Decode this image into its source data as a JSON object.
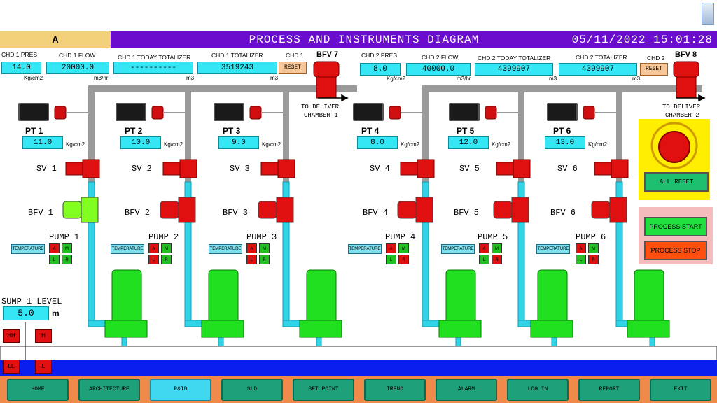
{
  "header": {
    "mode": "A",
    "title": "PROCESS AND INSTRUMENTS DIAGRAM",
    "datetime": "05/11/2022 15:01:28"
  },
  "chd1": {
    "pres_label": "CHD 1 PRES",
    "pres_value": "14.0",
    "pres_unit": "Kg/cm2",
    "flow_label": "CHD 1 FLOW",
    "flow_value": "20000.0",
    "flow_unit": "m3/hr",
    "today_label": "CHD 1 TODAY TOTALIZER",
    "today_value": "----------",
    "today_unit": "m3",
    "total_label": "CHD 1 TOTALIZER",
    "total_value": "3519243",
    "total_unit": "m3",
    "reset_title": "CHD 1",
    "reset_label": "RESET",
    "bfv_label": "BFV 7",
    "deliver_line1": "TO DELIVER",
    "deliver_line2": "CHAMBER 1"
  },
  "chd2": {
    "pres_label": "CHD 2 PRES",
    "pres_value": "8.0",
    "pres_unit": "Kg/cm2",
    "flow_label": "CHD 2 FLOW",
    "flow_value": "40000.0",
    "flow_unit": "m3/hr",
    "today_label": "CHD 2 TODAY TOTALIZER",
    "today_value": "4399907",
    "today_unit": "m3",
    "total_label": "CHD 2 TOTALIZER",
    "total_value": "4399907",
    "total_unit": "m3",
    "reset_title": "CHD 2",
    "reset_label": "RESET",
    "bfv_label": "BFV 8",
    "deliver_line1": "TO DELIVER",
    "deliver_line2": "CHAMBER 2"
  },
  "lines": [
    {
      "pt": "PT 1",
      "pt_value": "11.0",
      "unit": "Kg/cm2",
      "sv": "SV 1",
      "bfv": "BFV 1",
      "pump": "PUMP 1",
      "temp": "TEMPERATURE"
    },
    {
      "pt": "PT 2",
      "pt_value": "10.0",
      "unit": "Kg/cm2",
      "sv": "SV 2",
      "bfv": "BFV 2",
      "pump": "PUMP 2",
      "temp": "TEMPERATURE"
    },
    {
      "pt": "PT 3",
      "pt_value": "9.0",
      "unit": "Kg/cm2",
      "sv": "SV 3",
      "bfv": "BFV 3",
      "pump": "PUMP 3",
      "temp": "TEMPERATURE"
    },
    {
      "pt": "PT 4",
      "pt_value": "8.0",
      "unit": "Kg/cm2",
      "sv": "SV 4",
      "bfv": "BFV 4",
      "pump": "PUMP 4",
      "temp": "TEMPERATURE"
    },
    {
      "pt": "PT 5",
      "pt_value": "12.0",
      "unit": "Kg/cm2",
      "sv": "SV 5",
      "bfv": "BFV 5",
      "pump": "PUMP 5",
      "temp": "TEMPERATURE"
    },
    {
      "pt": "PT 6",
      "pt_value": "13.0",
      "unit": "Kg/cm2",
      "sv": "SV 6",
      "bfv": "BFV 6",
      "pump": "PUMP 6",
      "temp": "TEMPERATURE"
    }
  ],
  "mode_keys": {
    "a": "A",
    "m": "M",
    "l": "L",
    "r": "R"
  },
  "controls": {
    "all_reset": "ALL RESET",
    "process_start": "PROCESS START",
    "process_stop": "PROCESS STOP"
  },
  "sump": {
    "label": "SUMP 1 LEVEL",
    "value": "5.0",
    "unit": "m",
    "hh": "HH",
    "h": "H",
    "ll": "LL",
    "l": "L"
  },
  "nav": [
    "HOME",
    "ARCHITECTURE",
    "P&ID",
    "SLD",
    "SET POINT",
    "TREND",
    "ALARM",
    "LOG IN",
    "REPORT",
    "EXIT"
  ],
  "colors": {
    "title_bar": "#6a0dcc",
    "value_box": "#35e6f4",
    "active_valve": "#80ff20",
    "valve": "#e01010",
    "pump": "#20e020",
    "nav_active": "#40d8f0"
  }
}
